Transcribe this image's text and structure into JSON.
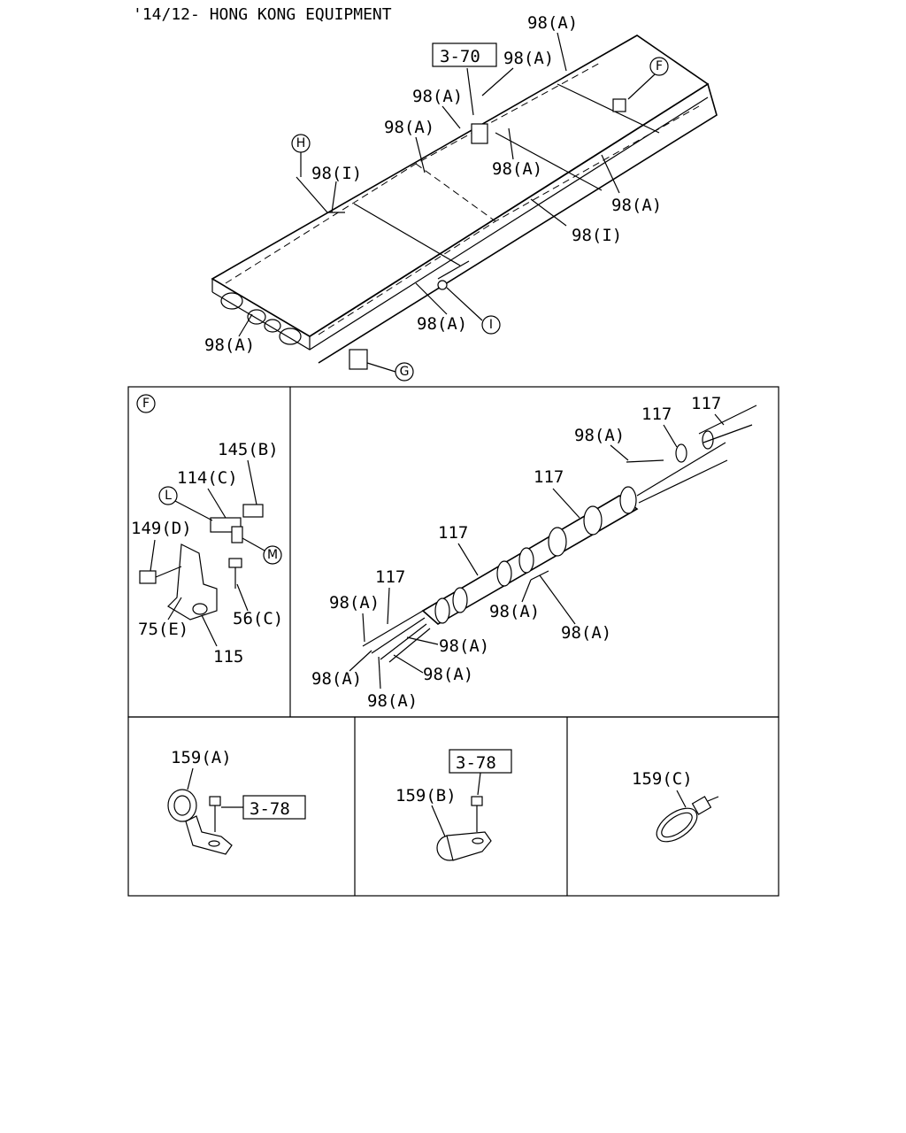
{
  "header": {
    "title": "'14/12- HONG KONG EQUIPMENT"
  },
  "overview": {
    "ref_box": "3-70",
    "labels": {
      "a1": "98(A)",
      "a2": "98(A)",
      "a3": "98(A)",
      "a4": "98(A)",
      "a5": "98(A)",
      "a6": "98(A)",
      "a7": "98(A)",
      "a8": "98(A)",
      "i1": "98(I)",
      "i2": "98(I)"
    },
    "callouts": {
      "f": "F",
      "h": "H",
      "i": "I",
      "g": "G"
    }
  },
  "panel_f": {
    "callout": "F",
    "callout_l": "L",
    "callout_m": "M",
    "labels": {
      "p145": "145(B)",
      "p114": "114(C)",
      "p149": "149(D)",
      "p56": "56(C)",
      "p75": "75(E)",
      "p115": "115"
    }
  },
  "panel_harness": {
    "labels": {
      "t1": "117",
      "t2": "117",
      "t3": "117",
      "t4": "117",
      "t5": "117",
      "w1": "98(A)",
      "w2": "98(A)",
      "w3": "98(A)",
      "w4": "98(A)",
      "w5": "98(A)",
      "w6": "98(A)",
      "w7": "98(A)",
      "w8": "98(A)"
    }
  },
  "panel_clip_a": {
    "part": "159(A)",
    "ref_box": "3-78"
  },
  "panel_clip_b": {
    "part": "159(B)",
    "ref_box": "3-78"
  },
  "panel_tie_c": {
    "part": "159(C)"
  }
}
